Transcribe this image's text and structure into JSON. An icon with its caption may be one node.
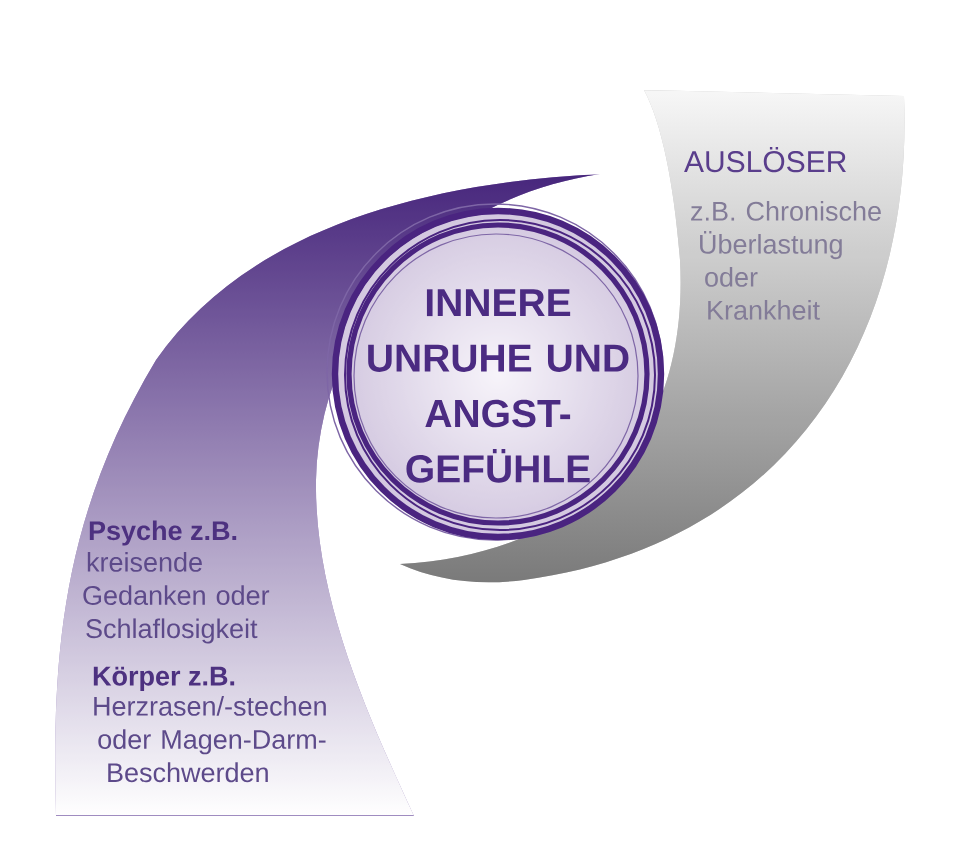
{
  "diagram": {
    "nodes": [
      {
        "text": [
          "AUSLÖSER",
          "z.B. Chronische Überlastung oder Krankheit"
        ]
      },
      {
        "text": [
          "INNERE UNRUHE UND ANGST- GEFÜHLE"
        ]
      },
      {
        "text": [
          "Psyche z.B.",
          "kreisende Gedanken oder Schlaflosigkeit",
          "Körper z.B.",
          "Herzrasen/-stechen oder Magen-Darm- Beschwerden"
        ]
      }
    ]
  }
}
